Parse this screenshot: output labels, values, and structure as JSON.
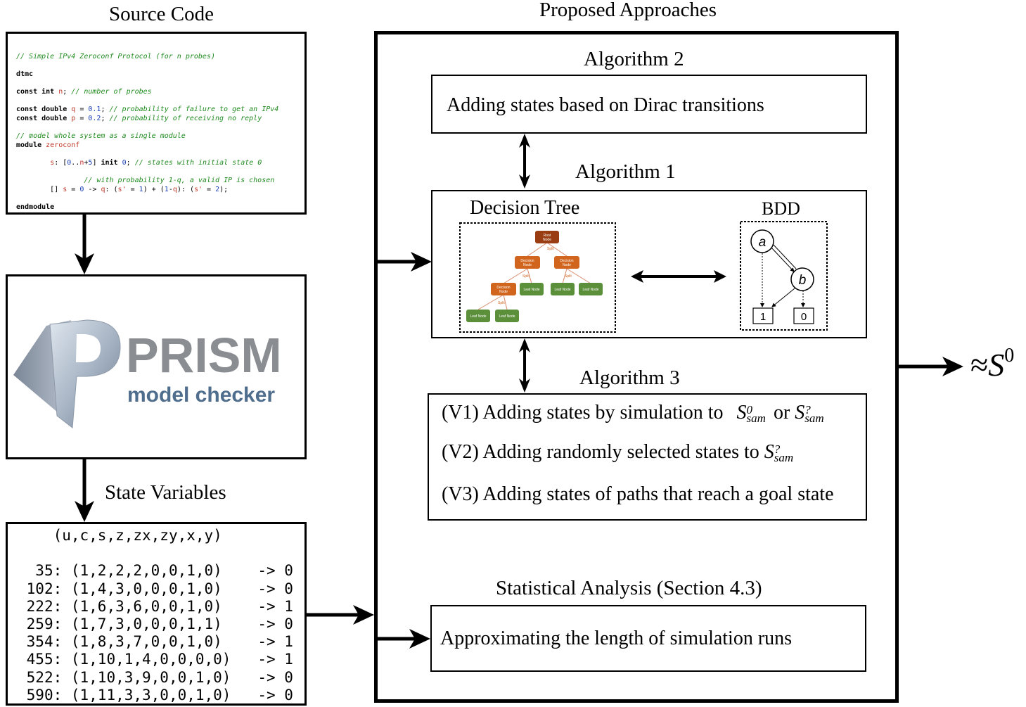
{
  "source_code": {
    "heading": "Source Code",
    "lines": [
      "// Simple IPv4 Zeroconf Protocol (for n probes)",
      "",
      "dtmc",
      "",
      "const int n; // number of probes",
      "",
      "const double q = 0.1; // probability of failure to get an IPv4",
      "const double p = 0.2; // probability of receiving no reply",
      "",
      "// model whole system as a single module",
      "module zeroconf",
      "",
      "        s: [0..n+5] init 0; // states with initial state 0",
      "",
      "        // with probability 1-q, a valid IP is chosen",
      "        [] s = 0 -> q: (s' = 1) + (1-q): (s' = 2);",
      "",
      "endmodule"
    ]
  },
  "prism": {
    "title": "PRISM",
    "subtitle": "model checker",
    "logo_letter": "P"
  },
  "state_variables": {
    "heading": "State Variables",
    "header": "(u,c,s,z,zx,zy,x,y)",
    "rows": [
      "35: (1,2,2,2,0,0,1,0)    -> 0",
      "102: (1,4,3,0,0,0,1,0)    -> 0",
      "222: (1,6,3,6,0,0,1,0)    -> 1",
      "259: (1,7,3,0,0,0,1,1)    -> 0",
      "354: (1,8,3,7,0,0,1,0)    -> 1",
      "455: (1,10,1,4,0,0,0,0)   -> 1",
      "522: (1,10,3,9,0,0,1,0)   -> 0",
      "590: (1,11,3,3,0,0,1,0)   -> 0"
    ]
  },
  "proposed": {
    "heading": "Proposed Approaches",
    "algorithm2": {
      "title": "Algorithm 2",
      "text": "Adding states based on Dirac transitions"
    },
    "algorithm1": {
      "title": "Algorithm 1",
      "tree_title": "Decision Tree",
      "bdd_title": "BDD",
      "tree_nodes": {
        "root": "Root Node",
        "decision": "Decision Node",
        "leaf": "Leaf Node",
        "split": "Split"
      },
      "bdd_nodes": {
        "a": "a",
        "b": "b",
        "one": "1",
        "zero": "0"
      }
    },
    "algorithm3": {
      "title": "Algorithm 3",
      "v1_prefix": "(V1) Adding states by simulation to",
      "v1_or": "or",
      "v2_prefix": "(V2) Adding randomly selected states to",
      "v3": "(V3) Adding states of paths that reach a goal state",
      "set_base": "S",
      "set_sub": "sam",
      "sup_zero": "0",
      "sup_q": "?"
    },
    "statistical": {
      "title": "Statistical Analysis (Section 4.3)",
      "text": "Approximating the length of simulation runs"
    }
  },
  "output": {
    "approx": "≈",
    "base": "S",
    "sup": "0"
  },
  "colors": {
    "root_node": "#9b3d12",
    "decision_node": "#d1651d",
    "leaf_node": "#5b8f3a",
    "split_label": "#d1651d",
    "code_comment": "#1f8a1f",
    "code_keyword": "#000000",
    "code_variable": "#c0392b",
    "code_number": "#1a3fb5"
  }
}
